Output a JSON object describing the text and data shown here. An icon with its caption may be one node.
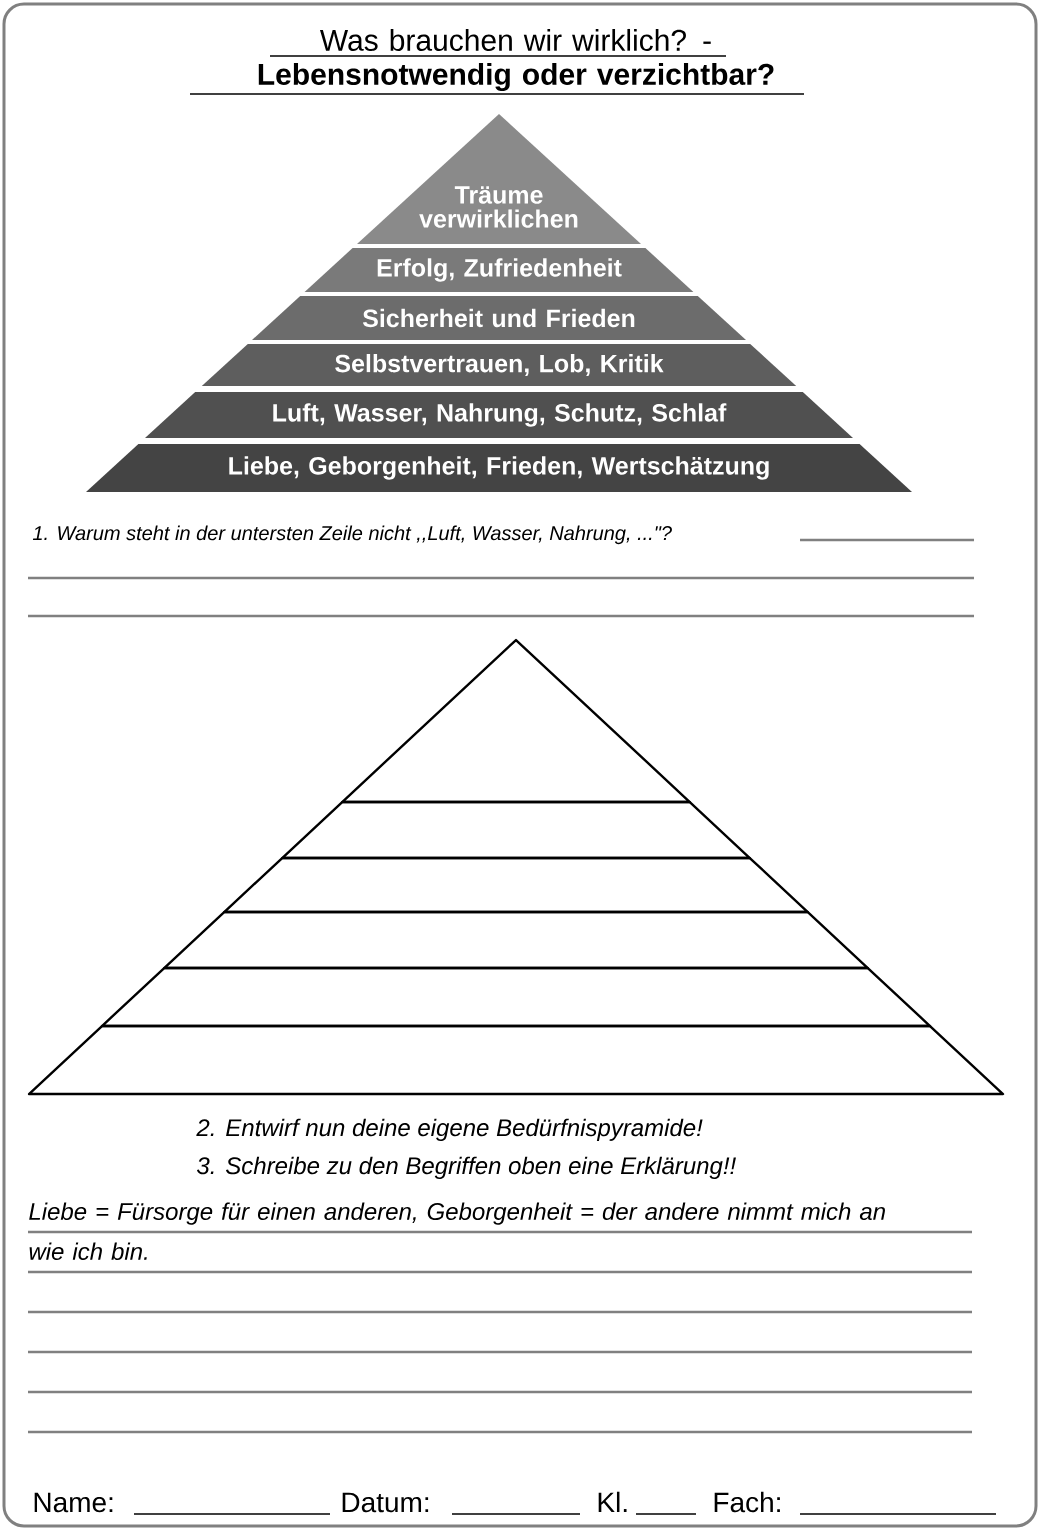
{
  "diagram": {
    "title": "Was brauchen wir wirklich? - **Lebensnotwendig oder verzichtbar?**",
    "nodes": [
      {
        "text": [
          "Träume verwirklichen"
        ]
      },
      {
        "text": [
          "Erfolg, Zufriedenheit"
        ]
      },
      {
        "text": [
          "Sicherheit und Frieden"
        ]
      },
      {
        "text": [
          "Selbstvertrauen, Lob, Kritik"
        ]
      },
      {
        "text": [
          "Luft, Wasser, Nahrung, Schutz, Schlaf"
        ]
      },
      {
        "text": [
          "Liebe, Geborgenheit, Frieden, Wertschätzung"
        ]
      },
      {
        "text": [],
        "shape": "triangle"
      },
      {
        "text": [],
        "shape": "band"
      },
      {
        "text": [],
        "shape": "band"
      },
      {
        "text": [],
        "shape": "band"
      },
      {
        "text": [],
        "shape": "band"
      },
      {
        "text": [],
        "shape": "band"
      }
    ],
    "edges": [],
    "labels": [
      "1. Warum steht in der untersten Zeile nicht ,,Luft, Wasser, Nahrung, ...\"?",
      "2. Entwirf nun deine eigene Bedürfnispyramide!",
      "3. Schreibe zu den Begriffen oben eine Erklärung!!",
      "Liebe = Fürsorge für einen anderen, Geborgenheit = der andere nimmt mich an wie ich bin.",
      "Name:",
      "Datum:",
      "Kl.",
      "Fach:"
    ]
  }
}
